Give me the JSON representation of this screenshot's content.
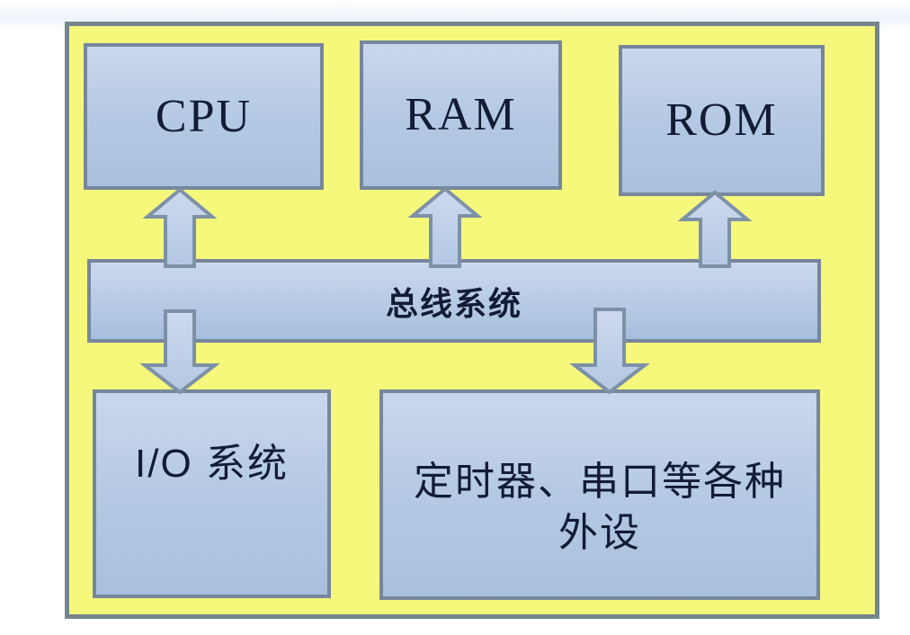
{
  "diagram": {
    "type": "block-diagram",
    "subject": "microcontroller-architecture",
    "blocks": {
      "cpu": {
        "label": "CPU"
      },
      "ram": {
        "label": "RAM"
      },
      "rom": {
        "label": "ROM"
      },
      "bus": {
        "label": "总线系统"
      },
      "io": {
        "label": "I/O 系统"
      },
      "peripherals": {
        "label": "定时器、串口等各种\n外设"
      }
    },
    "connections": [
      {
        "from": "bus",
        "to": "cpu",
        "style": "block-arrow",
        "direction": "up"
      },
      {
        "from": "bus",
        "to": "ram",
        "style": "block-arrow",
        "direction": "up"
      },
      {
        "from": "bus",
        "to": "rom",
        "style": "block-arrow",
        "direction": "up"
      },
      {
        "from": "bus",
        "to": "io",
        "style": "block-arrow",
        "direction": "down"
      },
      {
        "from": "bus",
        "to": "peripherals",
        "style": "block-arrow",
        "direction": "down"
      }
    ],
    "colors": {
      "page_background": "#ffffff",
      "frame_fill": "#f6f87c",
      "frame_border": "#75858e",
      "block_fill_top": "#c9d7ec",
      "block_fill_bottom": "#a9c0de",
      "block_border": "#76879c",
      "arrow_fill": "#c1d3e9",
      "arrow_border": "#7d91a6",
      "label_color": "#131c35"
    }
  }
}
